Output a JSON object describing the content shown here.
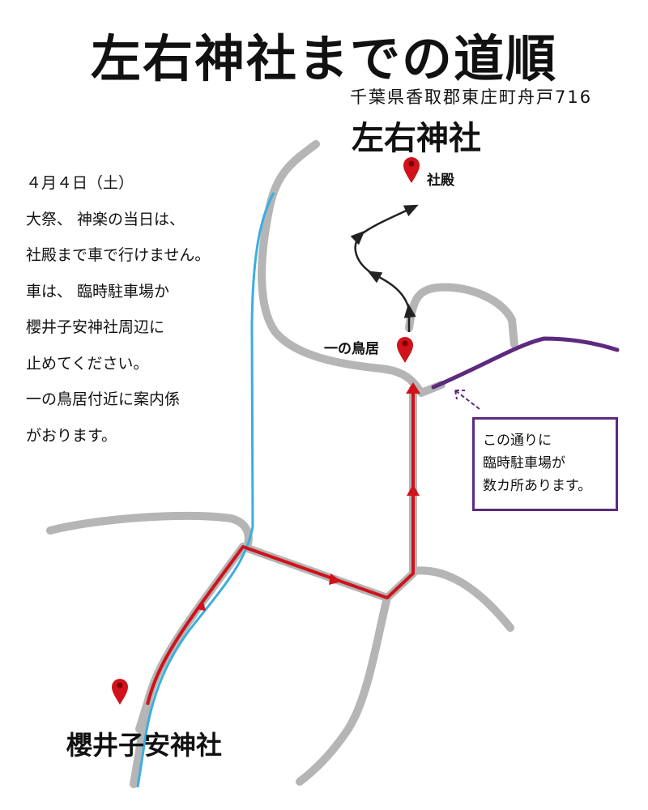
{
  "title": "左右神社までの道順",
  "destination": {
    "address": "千葉県香取郡東庄町舟戸716",
    "name": "左右神社",
    "shaden_label": "社殿",
    "torii_label": "一の鳥居"
  },
  "origin": {
    "name": "櫻井子安神社"
  },
  "notice": {
    "lines": [
      "４月４日（土）",
      "大祭、 神楽の当日は、",
      "社殿まで車で行けません。",
      "車は、 臨時駐車場か",
      "櫻井子安神社周辺に",
      "止めてください。",
      "一の鳥居付近に案内係",
      "がおります。"
    ]
  },
  "parking_note": {
    "lines": [
      "この通りに",
      "臨時駐車場が",
      "数カ所あります。"
    ]
  },
  "colors": {
    "road": "#b5b5b5",
    "route": "#d0121b",
    "river": "#3aaee0",
    "parking_road": "#5c2a7e",
    "pin": "#d0121b",
    "walk_path": "#222222"
  }
}
